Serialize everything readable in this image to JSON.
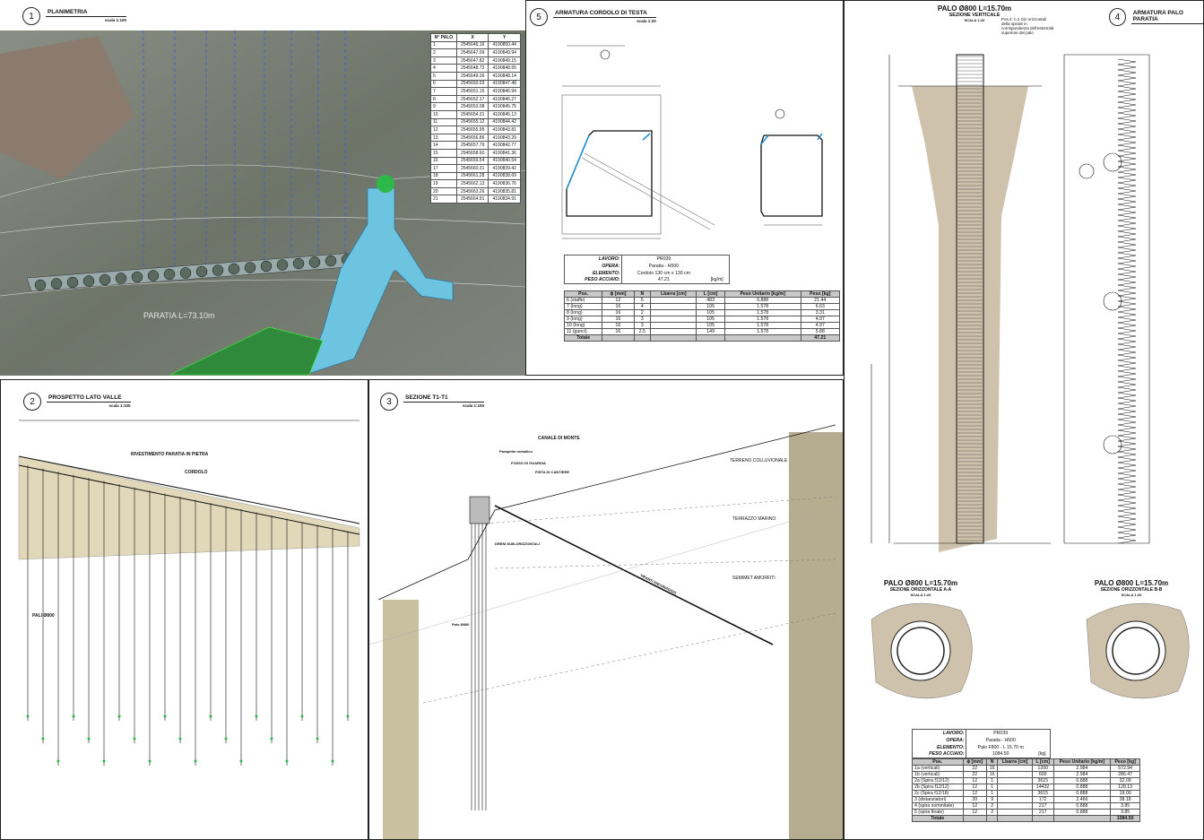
{
  "panels": {
    "p1": {
      "num": "1",
      "title": "PLANIMETRIA",
      "scale": "scala 1:100",
      "wall_label": "PARATIA L=73.10m"
    },
    "p2": {
      "num": "2",
      "title": "PROSPETTO LATO VALLE",
      "scale": "scala 1:100",
      "labels": {
        "cladding": "RIVESTIMENTO PARATIA IN PIETRA",
        "beam": "CORDOLO",
        "piles": "PALI Ø800"
      }
    },
    "p3": {
      "num": "3",
      "title": "SEZIONE T1-T1",
      "scale": "scala 1:100",
      "labels": {
        "canal": "CANALE DI MONTE",
        "railing": "Parapetto metallico",
        "ditch": "FOSSO DI GUARDIA",
        "track": "PISTA DI CANTIERE",
        "soil1": "TERRENO COLLUVIONALE",
        "soil2": "TERRAZZO MARINO",
        "soil3": "SEMIMET AMORFITI",
        "pile": "Palo Ø800",
        "anchor": "TIRANTI ANCORAGGIO",
        "drain": "DRENI SUB-ORIZZONTALI"
      }
    },
    "p4": {
      "num": "4",
      "title": "ARMATURA PALO PARATIA",
      "vsec_title": "PALO Ø800 L=15.70m",
      "vsec_sub": "SEZIONE VERTICALE",
      "vsec_scale": "SCALA 1:20",
      "note": "Pos.4: n.2 Giri orizzontali della spirale in corrispondenza dell'estremità superiore del palo",
      "secA_title": "PALO Ø800 L=15.70m",
      "secA_sub": "SEZIONE ORIZZONTALE A-A",
      "secA_scale": "SCALA 1:20",
      "secB_title": "PALO Ø800 L=15.70m",
      "secB_sub": "SEZIONE ORIZZONTALE B-B",
      "secB_scale": "SCALA 1:20"
    },
    "p5": {
      "num": "5",
      "title": "ARMATURA CORDOLO DI TESTA",
      "scale": "scala 1:20"
    }
  },
  "coord_table": {
    "headers": [
      "N° PALO",
      "X",
      "Y"
    ],
    "rows": [
      [
        "1",
        "2545646.16",
        "4190850.44"
      ],
      [
        "2",
        "2545647.09",
        "4190849.94"
      ],
      [
        "3",
        "2545647.82",
        "4190849.15"
      ],
      [
        "4",
        "2545648.73",
        "4190848.55"
      ],
      [
        "5",
        "2545649.26",
        "4190848.14"
      ],
      [
        "6",
        "2545650.03",
        "4190847.48"
      ],
      [
        "7",
        "2545651.15",
        "4190846.94"
      ],
      [
        "8",
        "2545652.17",
        "4190846.27"
      ],
      [
        "9",
        "2545653.08",
        "4190845.75"
      ],
      [
        "10",
        "2545654.31",
        "4190845.13"
      ],
      [
        "11",
        "2545655.12",
        "4190844.42"
      ],
      [
        "12",
        "2545655.95",
        "4190843.81"
      ],
      [
        "13",
        "2545656.86",
        "4190843.29"
      ],
      [
        "14",
        "2545657.79",
        "4190842.77"
      ],
      [
        "15",
        "2545658.60",
        "4190841.36"
      ],
      [
        "16",
        "2545659.54",
        "4190840.54"
      ],
      [
        "17",
        "2545660.31",
        "4190839.42"
      ],
      [
        "18",
        "2545661.28",
        "4190838.69"
      ],
      [
        "19",
        "2545662.13",
        "4190836.76"
      ],
      [
        "20",
        "2545663.26",
        "4190835.81"
      ],
      [
        "21",
        "2545664.91",
        "4190834.91"
      ]
    ]
  },
  "cordolo": {
    "info": [
      [
        "LAVORO:",
        "PR039"
      ],
      [
        "OPERA:",
        "Paratia - H500"
      ],
      [
        "ELEMENTO:",
        "Cordolo 130 cm x 130 cm"
      ],
      [
        "PESO ACCIAIO:",
        "47.21",
        "[kg/m]"
      ]
    ],
    "headers": [
      "Pos.",
      "ϕ [mm]",
      "N",
      "Lbarra [cm]",
      "L [cm]",
      "Peso Unitario [kg/m]",
      "Peso [kg]"
    ],
    "rows": [
      [
        "6 (staffe)",
        "12",
        "5",
        "",
        "483",
        "0.888",
        "21.44"
      ],
      [
        "7 (long)",
        "16",
        "4",
        "",
        "105",
        "1.578",
        "6.63"
      ],
      [
        "8 (long)",
        "16",
        "2",
        "",
        "105",
        "1.578",
        "3.31"
      ],
      [
        "9 (long)",
        "16",
        "3",
        "",
        "105",
        "1.578",
        "4.97"
      ],
      [
        "10 (long)",
        "16",
        "3",
        "",
        "105",
        "1.578",
        "4.97"
      ],
      [
        "11 (ganci)",
        "16",
        "2.5",
        "",
        "149",
        "1.578",
        "5.88"
      ]
    ],
    "total_label": "Totale",
    "total": "47.21"
  },
  "palo": {
    "info": [
      [
        "LAVORO:",
        "PR039"
      ],
      [
        "OPERA:",
        "Paratia - H500"
      ],
      [
        "ELEMENTO:",
        "Palo F800 - L 15.70 m"
      ],
      [
        "PESO ACCIAIO:",
        "1084.50",
        "[kg]"
      ]
    ],
    "headers": [
      "Pos.",
      "ϕ [mm]",
      "N",
      "Lbarra [cm]",
      "L [cm]",
      "Peso Unitario [kg/m]",
      "Peso [kg]"
    ],
    "rows": [
      [
        "1a (verticali)",
        "22",
        "16",
        "",
        "1200",
        "2.984",
        "572.94"
      ],
      [
        "1b (verticali)",
        "22",
        "16",
        "",
        "600",
        "2.984",
        "286.47"
      ],
      [
        "2a (Spira f12/12)",
        "12",
        "1",
        "",
        "3615",
        "0.888",
        "32.09"
      ],
      [
        "2b (Spira f12/12)",
        "12",
        "1",
        "",
        "14432",
        "0.888",
        "128.13"
      ],
      [
        "2c (Spira f12/18)",
        "12",
        "1",
        "",
        "3615",
        "0.888",
        "19.00"
      ],
      [
        "3 (distanziatori)",
        "20",
        "9",
        "",
        "172",
        "2.466",
        "38.18"
      ],
      [
        "4 (spira sommitale)",
        "12",
        "2",
        "",
        "217",
        "0.888",
        "3.85"
      ],
      [
        "5 (spira finale)",
        "12",
        "2",
        "",
        "217",
        "0.888",
        "3.85"
      ]
    ],
    "total_label": "Totale",
    "total": "1084.50"
  },
  "colors": {
    "water": "#6cc4e0",
    "rebar_blue": "#1a8fd0",
    "soil": "#cfc2ad",
    "green": "#2db84a"
  }
}
